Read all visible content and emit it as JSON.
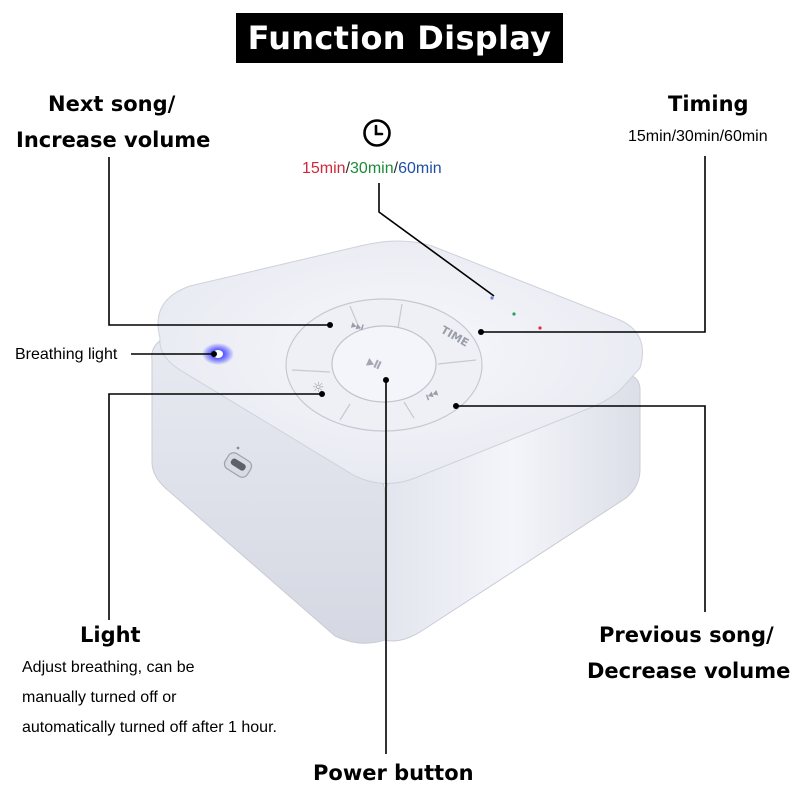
{
  "title": "Function Display",
  "labels": {
    "next_song_line1": "Next song/",
    "next_song_line2": "Increase volume",
    "timing": "Timing",
    "timing_options": "15min/30min/60min",
    "timer_options": {
      "opt15": "15min",
      "sep1": "/",
      "opt30": "30min",
      "sep2": "/",
      "opt60": "60min"
    },
    "breathing_light": "Breathing light",
    "light": "Light",
    "light_desc": [
      "Adjust breathing, can be",
      "manually turned off or",
      "automatically turned off after 1 hour."
    ],
    "prev_song_line1": "Previous song/",
    "prev_song_line2": "Decrease volume",
    "power_button": "Power button"
  },
  "device_buttons": {
    "top": "⏭",
    "right": "TIME",
    "left": "☼",
    "bottom": "⏮",
    "center": "⏯"
  },
  "colors": {
    "banner_bg": "#000000",
    "banner_text": "#ffffff",
    "t15": "#d2283c",
    "t30": "#1f8a3a",
    "t60": "#1f4fa6",
    "device_body": "#eceef4",
    "breathing_led": "#3a3cff"
  },
  "icons": [
    "clock-icon",
    "next-track-icon",
    "time-icon",
    "light-icon",
    "previous-track-icon",
    "power-play-icon",
    "usb-port-icon"
  ]
}
